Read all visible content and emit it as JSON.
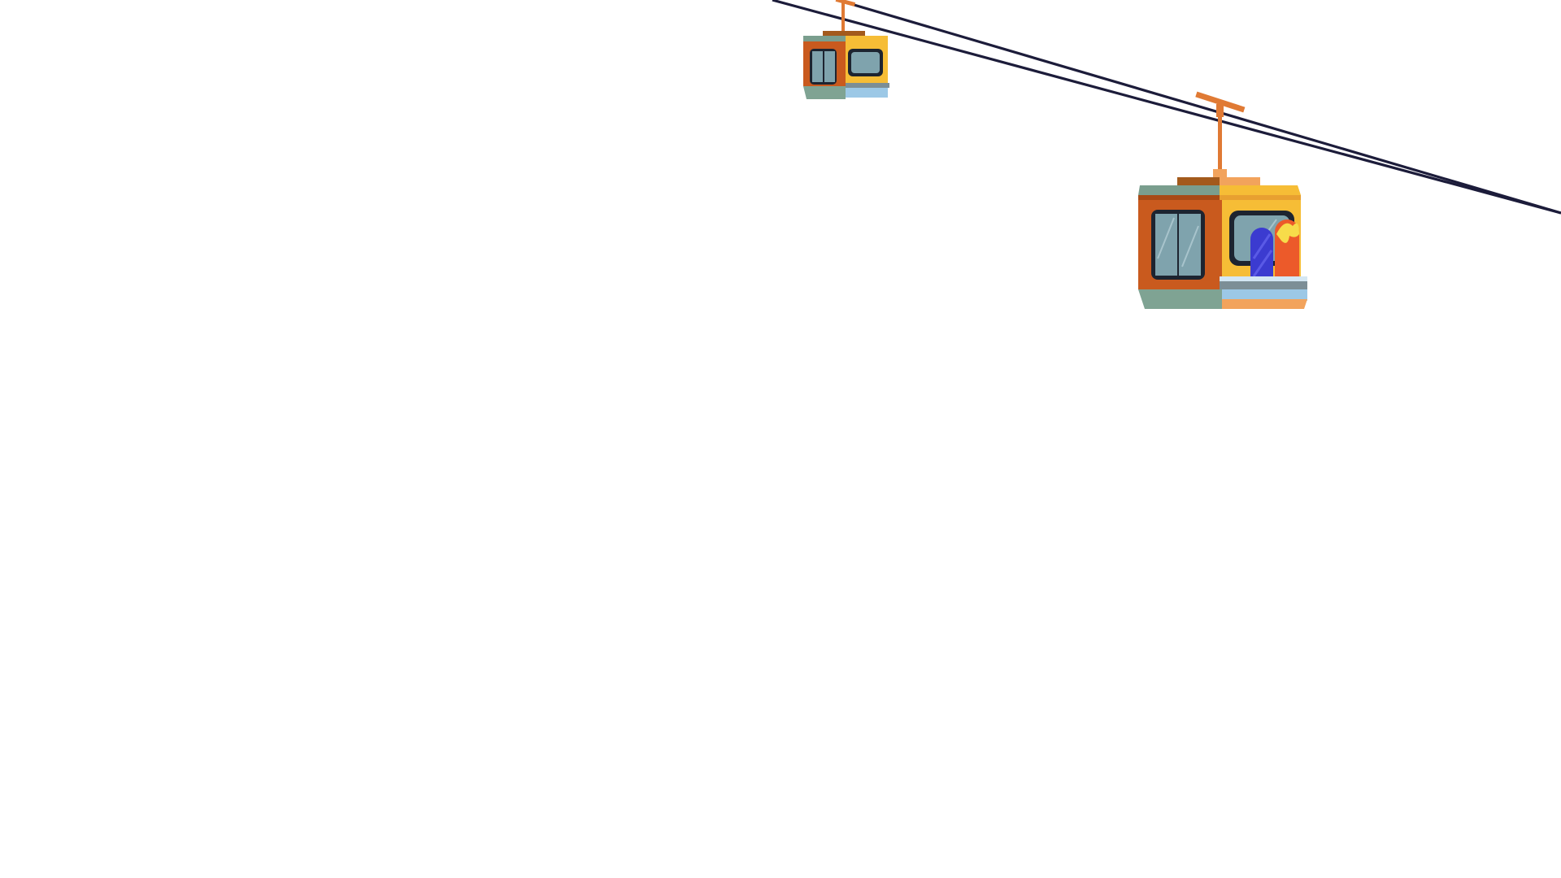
{
  "scene": {
    "subject": "cable-car-illustration",
    "background_color": "#ffffff",
    "cable_color": "#1c1c3a",
    "gondola_count": 2
  },
  "palette": {
    "cabin_dark_orange": "#c95a1e",
    "cabin_yellow": "#f6bd36",
    "cabin_top_green": "#7a9e8e",
    "cabin_bottom_green": "#7fa393",
    "hanger_orange": "#e07a34",
    "window_glass": "#7fa3ad",
    "window_frame": "#1d2430",
    "rack_blue": "#9cc8e6",
    "rack_gray": "#7c8e96",
    "board_blue": "#3b3bd0",
    "board_red": "#ec5a2a",
    "board_yellow": "#f7dc4a"
  },
  "icons": {
    "cable": "cable-line",
    "gondola_far": "gondola-icon",
    "gondola_near": "gondola-icon",
    "snowboards": "snowboard-icon"
  }
}
